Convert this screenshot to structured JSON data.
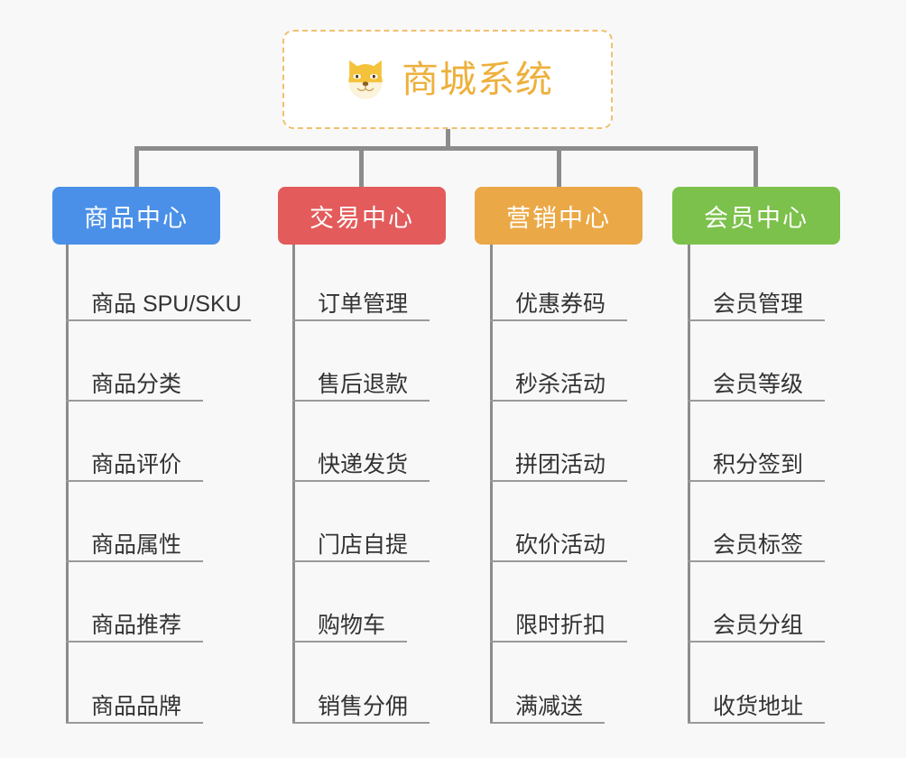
{
  "root": {
    "title": "商城系统",
    "icon": "shiba-dog-icon",
    "border_color": "#f0c070",
    "text_color": "#eeb03c",
    "background": "#ffffff"
  },
  "canvas": {
    "background": "#f8f8f8",
    "connector_color": "#8c8c8c"
  },
  "columns": [
    {
      "header": "商品中心",
      "color": "#4a90e8",
      "items": [
        "商品 SPU/SKU",
        "商品分类",
        "商品评价",
        "商品属性",
        "商品推荐",
        "商品品牌"
      ]
    },
    {
      "header": "交易中心",
      "color": "#e35b5b",
      "items": [
        "订单管理",
        "售后退款",
        "快递发货",
        "门店自提",
        "购物车",
        "销售分佣"
      ]
    },
    {
      "header": "营销中心",
      "color": "#eba846",
      "items": [
        "优惠券码",
        "秒杀活动",
        "拼团活动",
        "砍价活动",
        "限时折扣",
        "满减送"
      ]
    },
    {
      "header": "会员中心",
      "color": "#7cc14b",
      "items": [
        "会员管理",
        "会员等级",
        "积分签到",
        "会员标签",
        "会员分组",
        "收货地址"
      ]
    }
  ]
}
